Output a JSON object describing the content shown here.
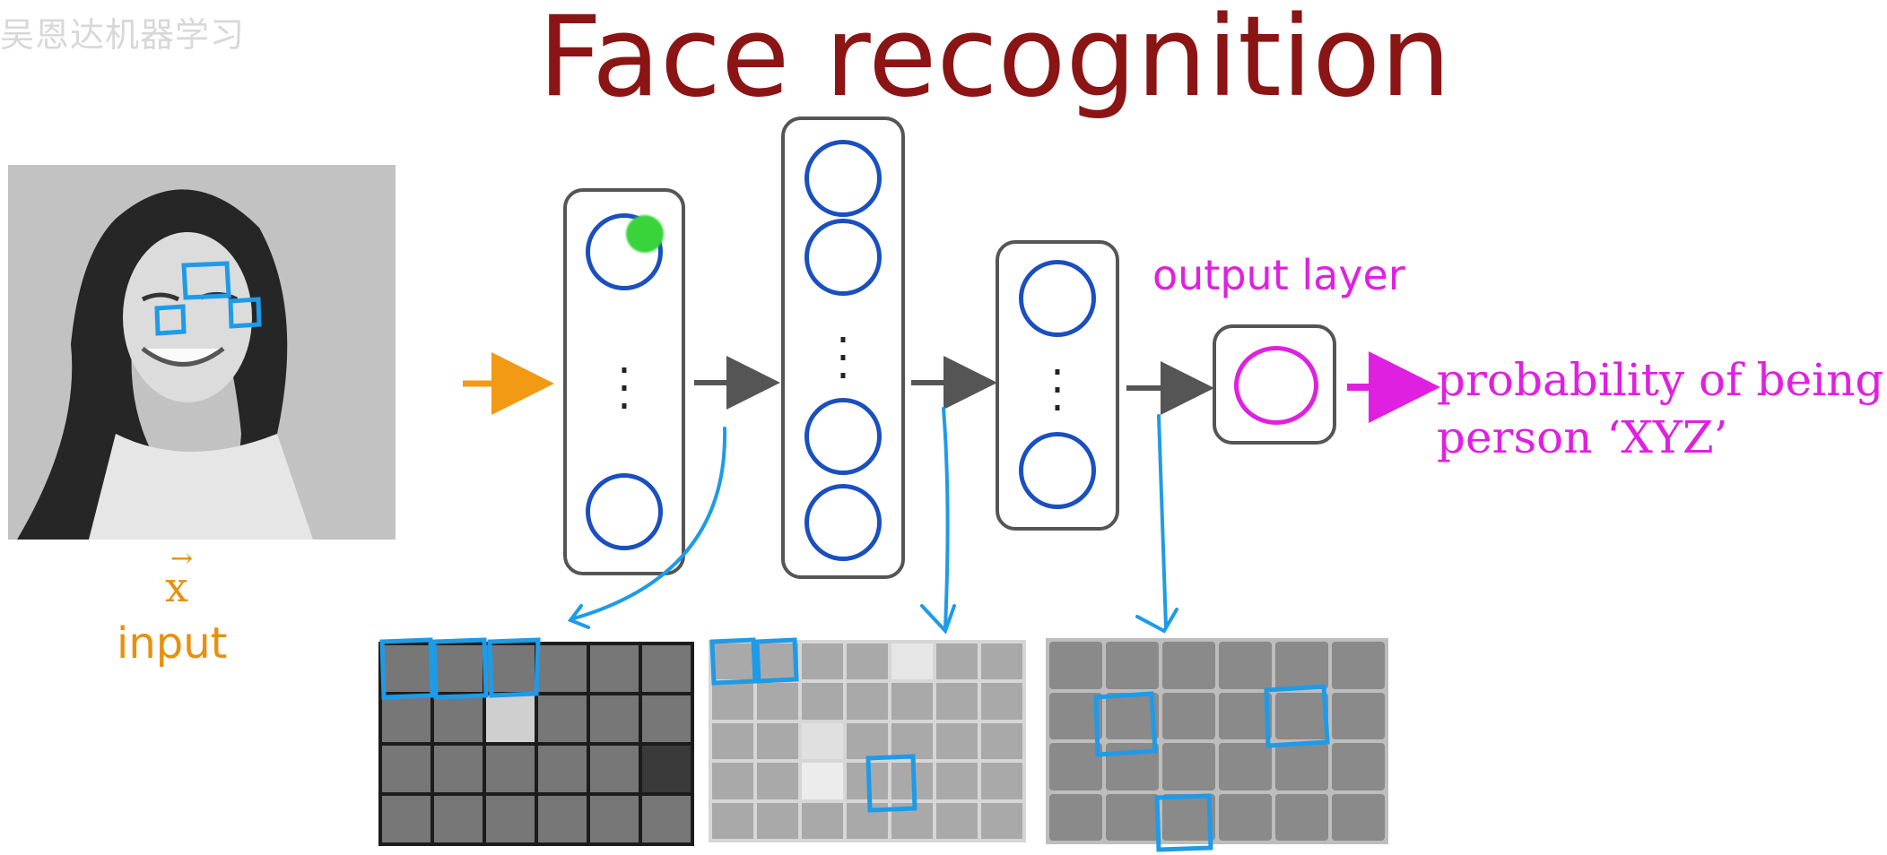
{
  "watermark": "吴恩达机器学习",
  "title": "Face recognition",
  "input": {
    "vector": "x",
    "label": "input"
  },
  "output_layer_label": "output layer",
  "output_text": [
    "probability of being",
    "person ‘XYZ’"
  ],
  "colors": {
    "title": "#8b1414",
    "input": "#e8900f",
    "output": "#e020e0",
    "neuron": "#1a4fc0",
    "annotation": "#1e9be8"
  }
}
